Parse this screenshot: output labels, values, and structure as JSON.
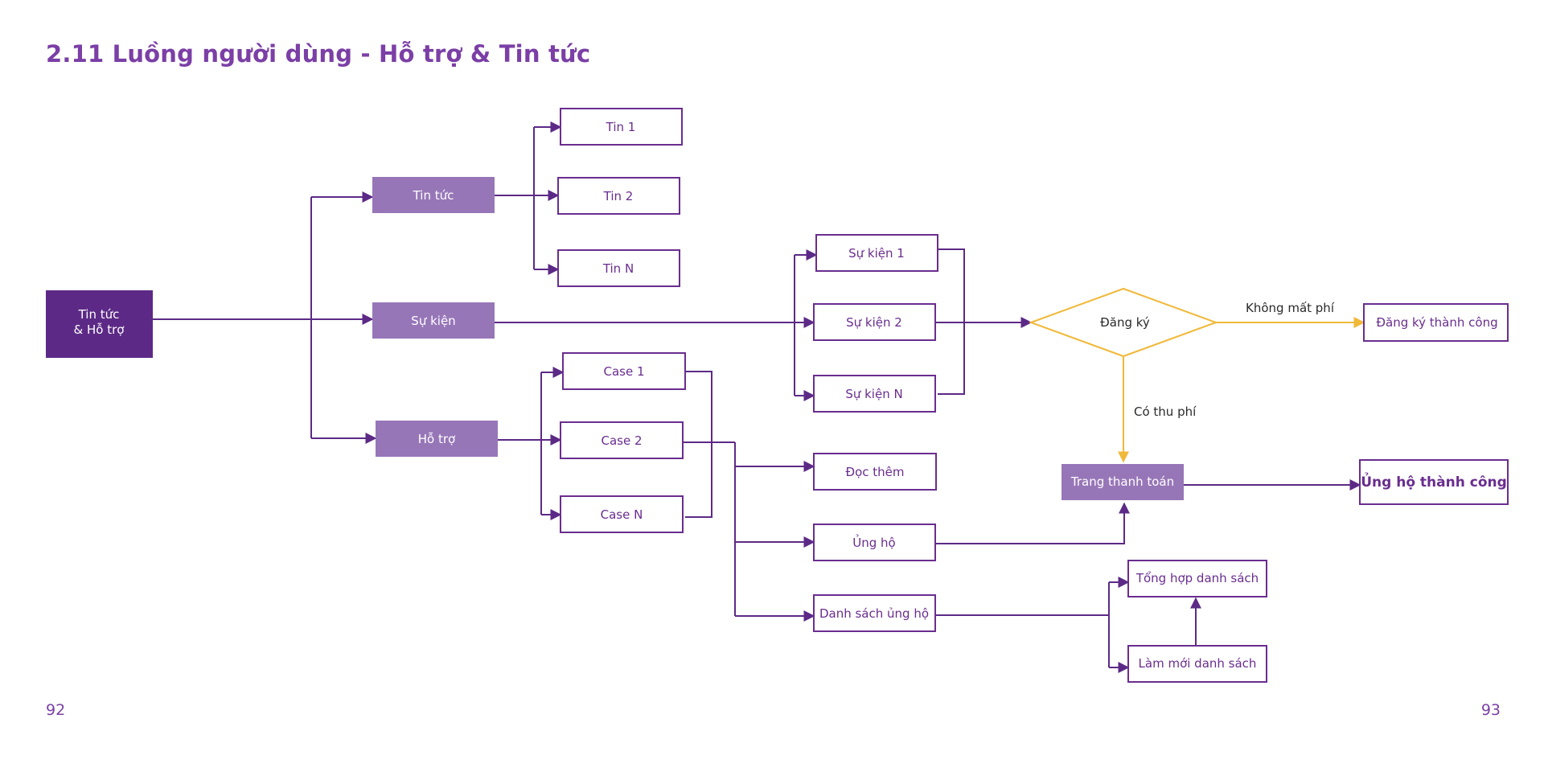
{
  "page": {
    "title": "2.11 Luồng người dùng - Hỗ trợ & Tin tức",
    "page_left": "92",
    "page_right": "93"
  },
  "colors": {
    "primary": "#5c2a86",
    "secondary": "#9776b8",
    "outline": "#6a2d8f",
    "accent": "#f0b93a"
  },
  "nodes": {
    "root": [
      "Tin tức",
      "& Hỗ trợ"
    ],
    "news": "Tin tức",
    "events": "Sự kiện",
    "support": "Hỗ trợ",
    "news_1": "Tin 1",
    "news_2": "Tin 2",
    "news_n": "Tin N",
    "event_1": "Sự kiện 1",
    "event_2": "Sự kiện 2",
    "event_n": "Sự kiện N",
    "case_1": "Case 1",
    "case_2": "Case 2",
    "case_n": "Case N",
    "read_more": "Đọc thêm",
    "donate": "Ủng hộ",
    "donor_list": "Danh sách ủng hộ",
    "register": "Đăng ký",
    "register_success": "Đăng ký thành công",
    "payment_page": "Trang thanh toán",
    "donate_success": "Ủng hộ thành công",
    "summary_list": "Tổng hợp danh sách",
    "refresh_list": "Làm mới danh sách"
  },
  "edge_labels": {
    "free": "Không mất phí",
    "paid": "Có thu phí"
  }
}
